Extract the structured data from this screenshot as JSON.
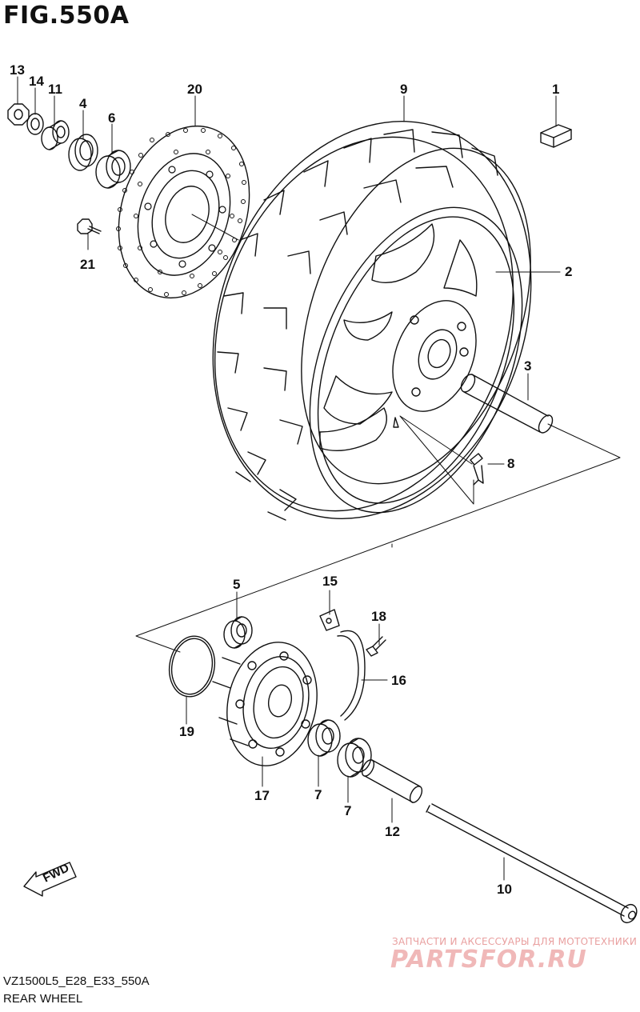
{
  "figure": {
    "title": "FIG.550A",
    "model_code": "VZ1500L5_E28_E33_550A",
    "part_group": "REAR WHEEL"
  },
  "fwd_label": "FWD",
  "watermark": {
    "subtitle": "ЗАПЧАСТИ И АКСЕССУАРЫ ДЛЯ МОТОТЕХНИКИ",
    "brand": "PARTSFOR.RU"
  },
  "callouts": {
    "c13": "13",
    "c14": "14",
    "c11": "11",
    "c4": "4",
    "c6": "6",
    "c20": "20",
    "c9": "9",
    "c1": "1",
    "c21": "21",
    "c2": "2",
    "c3": "3",
    "c8": "8",
    "c5": "5",
    "c15": "15",
    "c18": "18",
    "c16": "16",
    "c19": "19",
    "c17": "17",
    "c7a": "7",
    "c7b": "7",
    "c12": "12",
    "c10": "10"
  }
}
